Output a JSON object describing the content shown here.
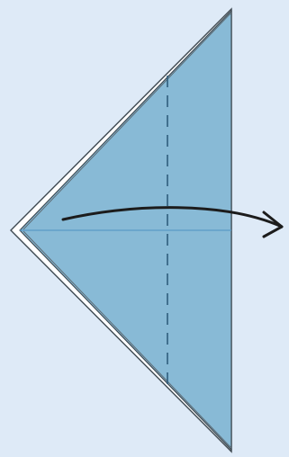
{
  "diagram": {
    "type": "origami-fold-step",
    "shape": "kite-base",
    "fold": {
      "line_style": "valley-fold-dashed",
      "direction": "left-to-right"
    },
    "colors": {
      "background": "#deeaf7",
      "paper_front": "#88bad6",
      "paper_back": "#ffffff",
      "outline": "#3f4a52",
      "fold_line": "#2f5d7c",
      "center_crease": "#5a9bc6",
      "arrow": "#1c1c1c"
    },
    "icons": {
      "arrow": "fold-arrow-icon"
    }
  }
}
